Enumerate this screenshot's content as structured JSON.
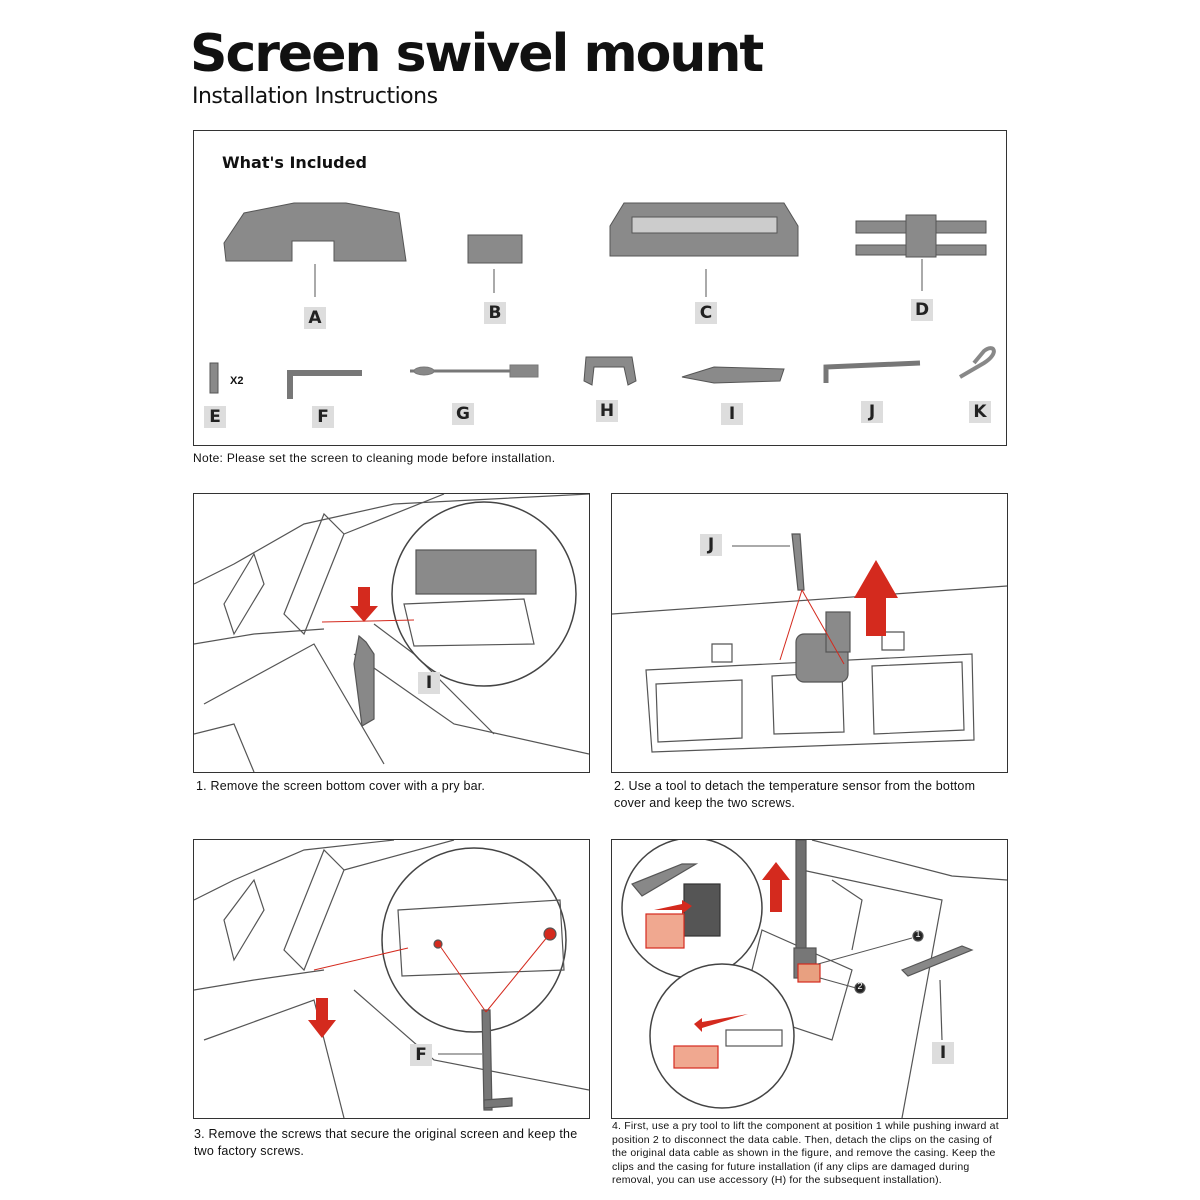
{
  "header": {
    "title": "Screen swivel mount",
    "subtitle": "Installation Instructions"
  },
  "included": {
    "title": "What's Included",
    "parts": [
      {
        "letter": "A"
      },
      {
        "letter": "B"
      },
      {
        "letter": "C"
      },
      {
        "letter": "D"
      },
      {
        "letter": "E",
        "qty": "X2"
      },
      {
        "letter": "F"
      },
      {
        "letter": "G"
      },
      {
        "letter": "H"
      },
      {
        "letter": "I"
      },
      {
        "letter": "J"
      },
      {
        "letter": "K"
      }
    ]
  },
  "note": "Note: Please set the screen to cleaning mode before installation.",
  "steps": [
    {
      "caption": "1. Remove the screen bottom cover with a pry bar.",
      "label": "I"
    },
    {
      "caption": "2. Use a tool to detach the temperature sensor from the bottom cover and keep the two screws.",
      "label": "J"
    },
    {
      "caption": "3. Remove the screws that secure the original screen and keep the two factory screws.",
      "label": "F"
    },
    {
      "caption": "4. First, use a pry tool to lift the component at position 1 while pushing inward at position 2 to disconnect the data cable. Then, detach the clips on the casing of the original data cable as shown in the figure, and remove the casing. Keep the clips and the casing for future installation (if any clips are damaged during removal, you can use accessory (H) for the subsequent installation).",
      "label": "I",
      "markers": [
        "1",
        "2"
      ]
    }
  ],
  "colors": {
    "accent": "#d42a1e",
    "part_gray": "#8a8a8a",
    "label_bg": "#dddddd"
  }
}
